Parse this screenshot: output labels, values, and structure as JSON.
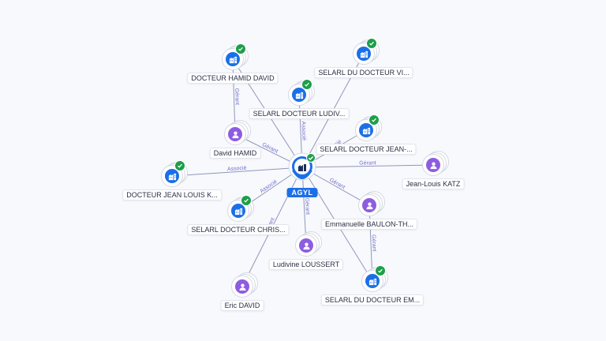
{
  "center": {
    "name": "AGYL",
    "type": "company",
    "icon": "building-icon"
  },
  "nodes": [
    {
      "id": "hamid-david-co",
      "name": "DOCTEUR HAMID DAVID",
      "type": "company",
      "verified": true
    },
    {
      "id": "selarl-vi",
      "name": "SELARL DU DOCTEUR VI...",
      "type": "company",
      "verified": true
    },
    {
      "id": "selarl-ludiv",
      "name": "SELARL DOCTEUR LUDIV...",
      "type": "company",
      "verified": true
    },
    {
      "id": "selarl-jean",
      "name": "SELARL DOCTEUR JEAN-...",
      "type": "company",
      "verified": true
    },
    {
      "id": "david-hamid",
      "name": "David HAMID",
      "type": "person",
      "verified": false
    },
    {
      "id": "jean-louis-katz",
      "name": "Jean-Louis KATZ",
      "type": "person",
      "verified": false
    },
    {
      "id": "docteur-jean-louis",
      "name": "DOCTEUR JEAN LOUIS K...",
      "type": "company",
      "verified": true
    },
    {
      "id": "selarl-chris",
      "name": "SELARL DOCTEUR CHRIS...",
      "type": "company",
      "verified": true
    },
    {
      "id": "emmanuelle",
      "name": "Emmanuelle BAULON-TH...",
      "type": "person",
      "verified": false
    },
    {
      "id": "ludivine",
      "name": "Ludivine LOUSSERT",
      "type": "person",
      "verified": false
    },
    {
      "id": "eric-david",
      "name": "Eric DAVID",
      "type": "person",
      "verified": false
    },
    {
      "id": "selarl-em",
      "name": "SELARL DU DOCTEUR EM...",
      "type": "company",
      "verified": true
    }
  ],
  "edges": [
    {
      "from": "david-hamid",
      "to": "hamid-david-co",
      "label": "Gérant"
    },
    {
      "from": "david-hamid",
      "to": "center",
      "label": "Gérant"
    },
    {
      "from": "center",
      "to": "selarl-ludiv",
      "label": "Associé"
    },
    {
      "from": "center",
      "to": "selarl-vi",
      "label": ""
    },
    {
      "from": "center",
      "to": "selarl-jean",
      "label": "Associé"
    },
    {
      "from": "center",
      "to": "hamid-david-co",
      "label": ""
    },
    {
      "from": "jean-louis-katz",
      "to": "center",
      "label": "Gérant"
    },
    {
      "from": "center",
      "to": "docteur-jean-louis",
      "label": "Associé"
    },
    {
      "from": "center",
      "to": "selarl-chris",
      "label": "Associé"
    },
    {
      "from": "emmanuelle",
      "to": "center",
      "label": "Gérant"
    },
    {
      "from": "ludivine",
      "to": "center",
      "label": "Gérant"
    },
    {
      "from": "eric-david",
      "to": "center",
      "label": "Gérant"
    },
    {
      "from": "emmanuelle",
      "to": "selarl-em",
      "label": "Gérant"
    },
    {
      "from": "center",
      "to": "selarl-em",
      "label": ""
    }
  ]
}
